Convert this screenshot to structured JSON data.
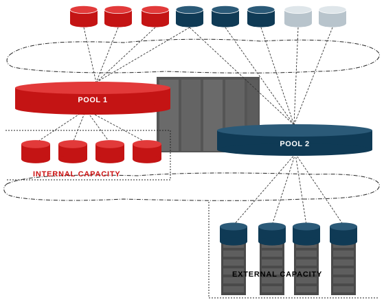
{
  "pools": {
    "pool1": {
      "label": "POOL 1",
      "color": "#c41414"
    },
    "pool2": {
      "label": "POOL 2",
      "color": "#0f3a55"
    }
  },
  "capacity": {
    "internal_label": "INTERNAL CAPACITY",
    "external_label": "EXTERNAL CAPACITY"
  },
  "colors": {
    "red_disk": "#c41414",
    "red_disk_top": "#e23a3a",
    "blue_disk": "#0f3a55",
    "blue_disk_top": "#2b5a78",
    "grey_disk": "#b8c4cc",
    "rack": "#4a4a4a"
  }
}
